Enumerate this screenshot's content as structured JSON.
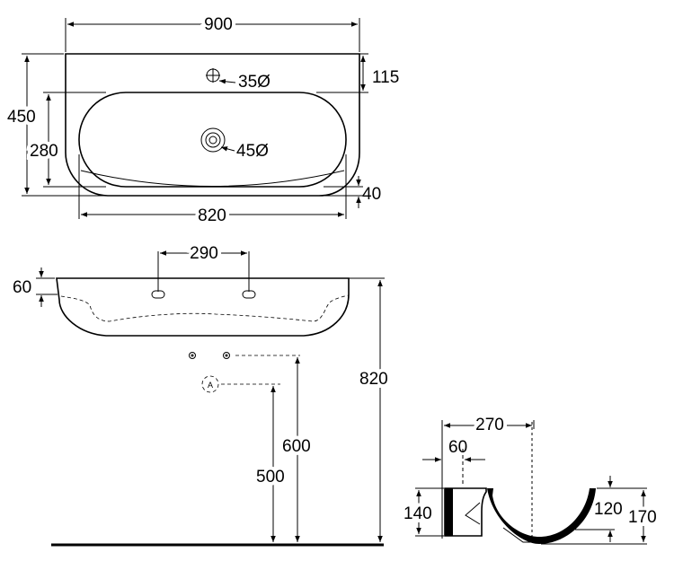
{
  "top_view": {
    "overall_width": "900",
    "overall_depth": "450",
    "bowl_depth": "280",
    "bowl_width": "820",
    "tap_hole_offset": "115",
    "tap_hole_diameter": "35Ø",
    "waste_diameter": "45Ø",
    "front_rim": "40"
  },
  "front_view": {
    "tap_hole_spacing": "290",
    "rim_height": "60",
    "total_height": "820",
    "waste_height_600": "600",
    "waste_height_500": "500"
  },
  "side_view": {
    "depth": "270",
    "wall_offset": "60",
    "basin_height": "140",
    "bowl_inner_depth": "120",
    "overall_height": "170"
  }
}
